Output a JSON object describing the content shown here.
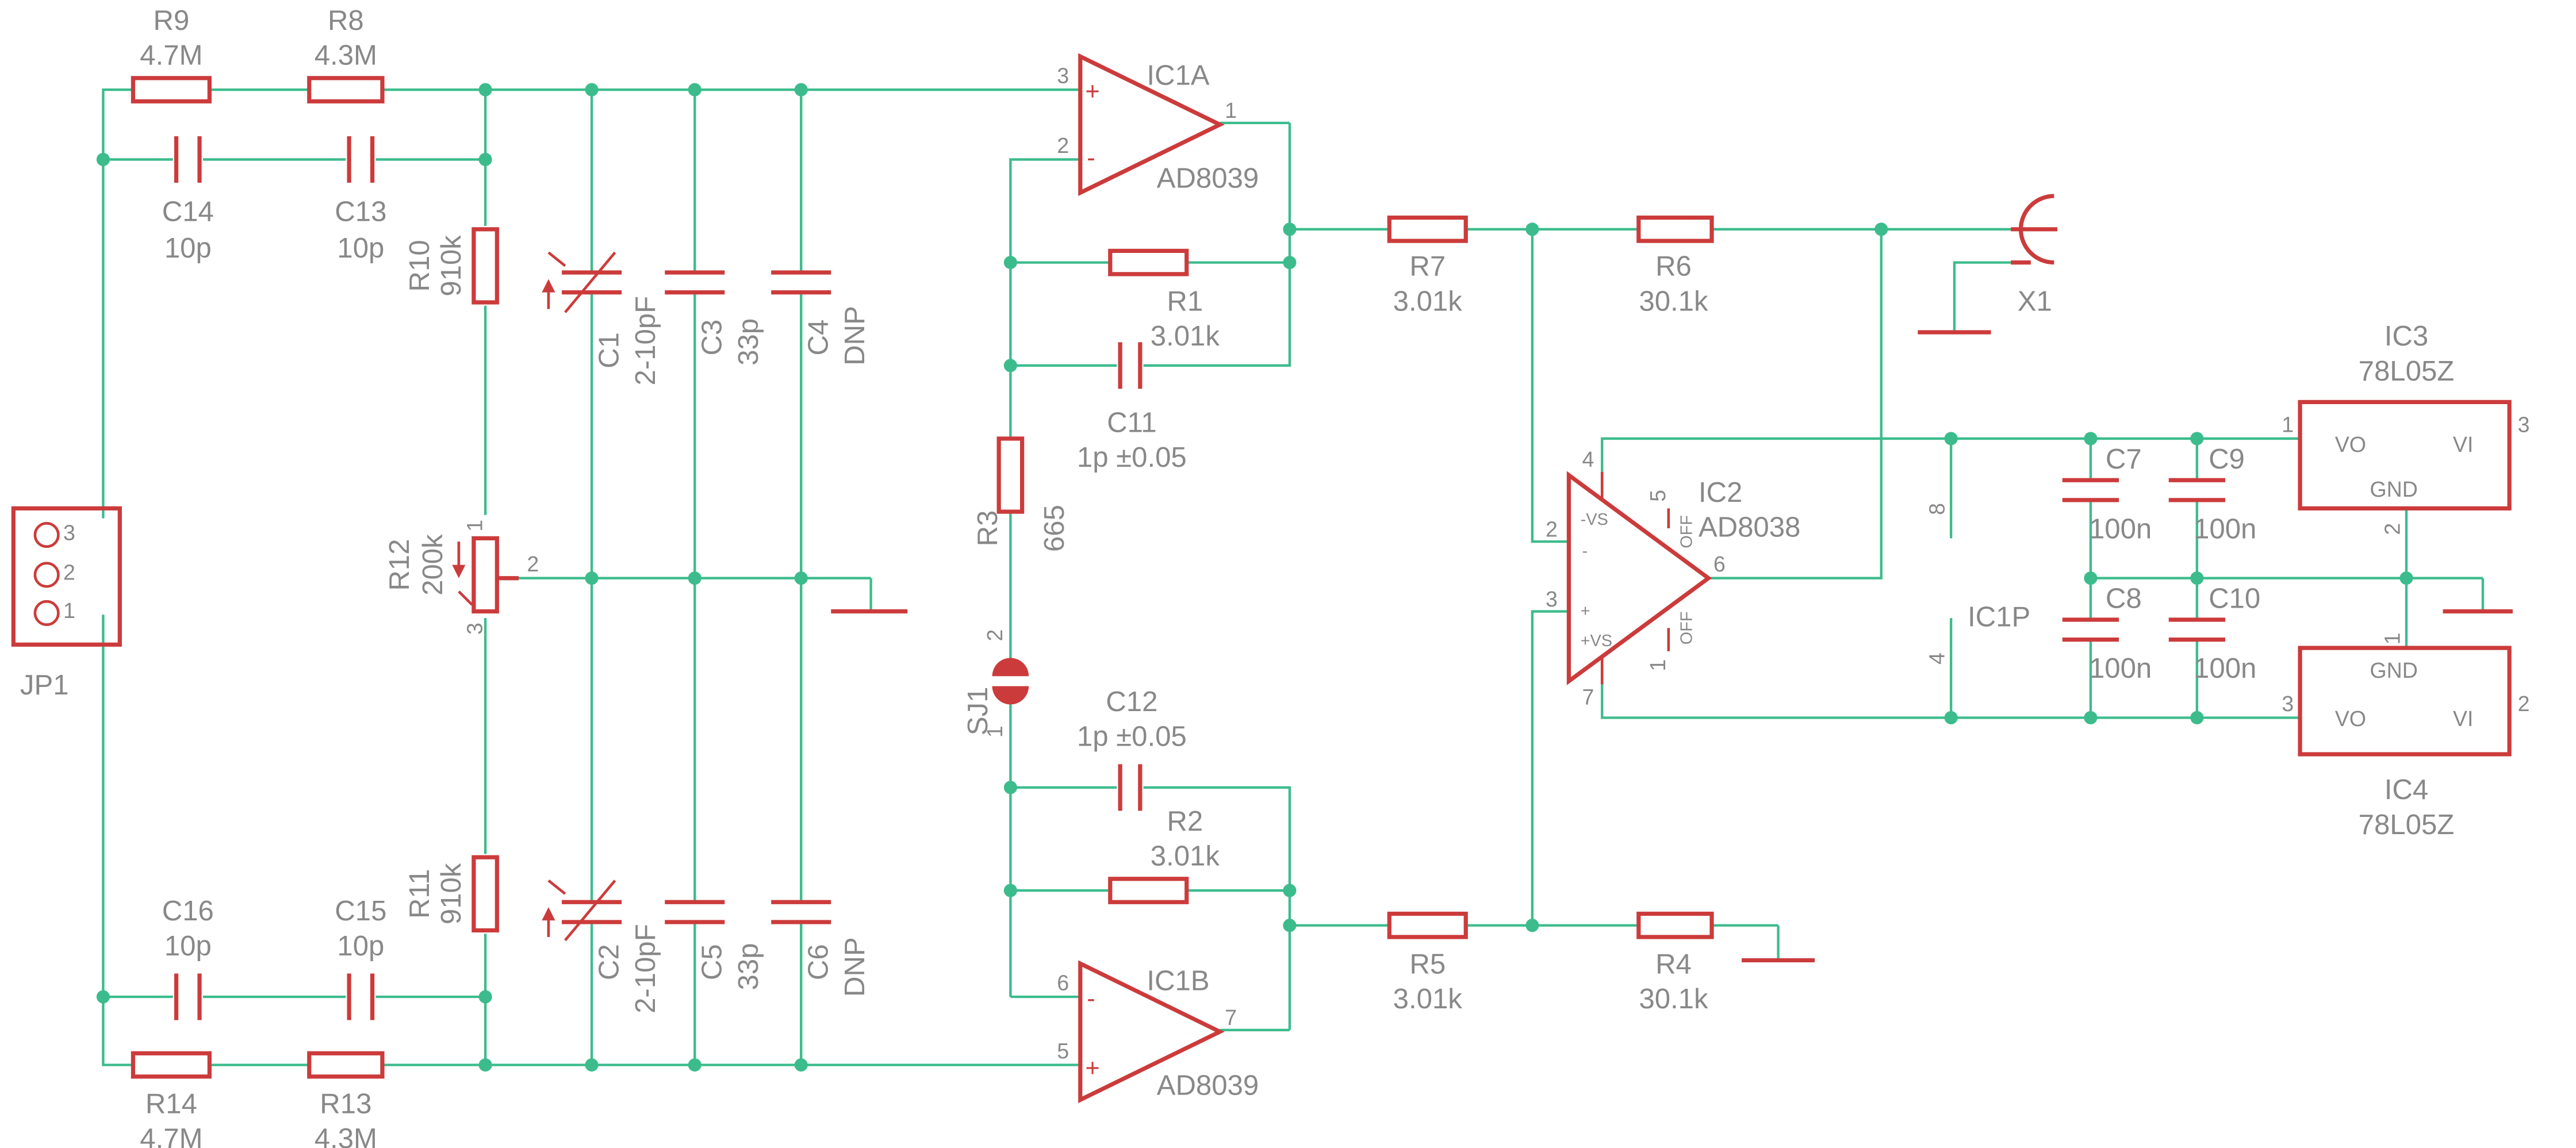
{
  "colors": {
    "wire": "#3cbc8c",
    "symbol": "#cc3b3b",
    "label": "#888888",
    "background": "#ffffff"
  },
  "resistors": {
    "R9": {
      "name": "R9",
      "value": "4.7M"
    },
    "R8": {
      "name": "R8",
      "value": "4.3M"
    },
    "R10": {
      "name": "R10",
      "value": "910k"
    },
    "R11": {
      "name": "R11",
      "value": "910k"
    },
    "R12": {
      "name": "R12",
      "value": "200k"
    },
    "R13": {
      "name": "R13",
      "value": "4.3M"
    },
    "R14": {
      "name": "R14",
      "value": "4.7M"
    },
    "R1": {
      "name": "R1",
      "value": "3.01k"
    },
    "R2": {
      "name": "R2",
      "value": "3.01k"
    },
    "R3": {
      "name": "R3",
      "value": "665"
    },
    "R4": {
      "name": "R4",
      "value": "30.1k"
    },
    "R5": {
      "name": "R5",
      "value": "3.01k"
    },
    "R6": {
      "name": "R6",
      "value": "30.1k"
    },
    "R7": {
      "name": "R7",
      "value": "3.01k"
    }
  },
  "capacitors": {
    "C1": {
      "name": "C1",
      "value": "2-10pF"
    },
    "C2": {
      "name": "C2",
      "value": "2-10pF"
    },
    "C3": {
      "name": "C3",
      "value": "33p"
    },
    "C4": {
      "name": "C4",
      "value": "DNP"
    },
    "C5": {
      "name": "C5",
      "value": "33p"
    },
    "C6": {
      "name": "C6",
      "value": "DNP"
    },
    "C7": {
      "name": "C7",
      "value": "100n"
    },
    "C8": {
      "name": "C8",
      "value": "100n"
    },
    "C9": {
      "name": "C9",
      "value": "100n"
    },
    "C10": {
      "name": "C10",
      "value": "100n"
    },
    "C11": {
      "name": "C11",
      "value": "1p ±0.05"
    },
    "C12": {
      "name": "C12",
      "value": "1p ±0.05"
    },
    "C13": {
      "name": "C13",
      "value": "10p"
    },
    "C14": {
      "name": "C14",
      "value": "10p"
    },
    "C15": {
      "name": "C15",
      "value": "10p"
    },
    "C16": {
      "name": "C16",
      "value": "10p"
    }
  },
  "ics": {
    "IC1A": {
      "name": "IC1A",
      "value": "AD8039"
    },
    "IC1B": {
      "name": "IC1B",
      "value": "AD8039"
    },
    "IC1P": {
      "name": "IC1P"
    },
    "IC2": {
      "name": "IC2",
      "value": "AD8038",
      "pin_neg_vs": "-VS",
      "pin_pos_vs": "+VS",
      "pin_off": "OFF"
    },
    "IC3": {
      "name": "IC3",
      "value": "78L05Z",
      "vo": "VO",
      "vi": "VI",
      "gnd": "GND"
    },
    "IC4": {
      "name": "IC4",
      "value": "78L05Z",
      "vo": "VO",
      "vi": "VI",
      "gnd": "GND"
    }
  },
  "connectors": {
    "JP1": {
      "name": "JP1"
    },
    "X1": {
      "name": "X1"
    },
    "SJ1": {
      "name": "SJ1"
    }
  },
  "pins": {
    "p1": "1",
    "p2": "2",
    "p3": "3",
    "p4": "4",
    "p5": "5",
    "p6": "6",
    "p7": "7",
    "p8": "8",
    "plus": "+",
    "minus": "-"
  }
}
